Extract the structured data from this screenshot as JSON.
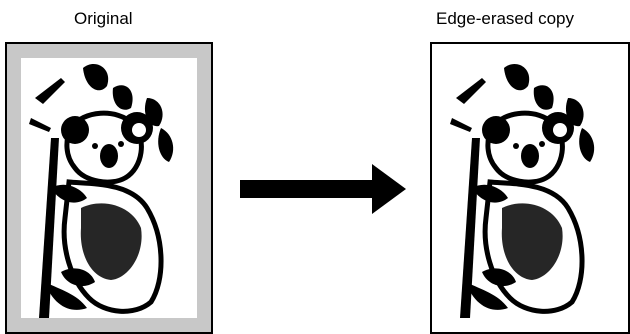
{
  "labels": {
    "original": "Original",
    "copy": "Edge-erased copy"
  },
  "colors": {
    "border_shade": "#c8c8c8",
    "ink": "#000000",
    "paper": "#ffffff"
  },
  "icons": {
    "image": "koala-illustration",
    "arrow": "right-arrow"
  }
}
